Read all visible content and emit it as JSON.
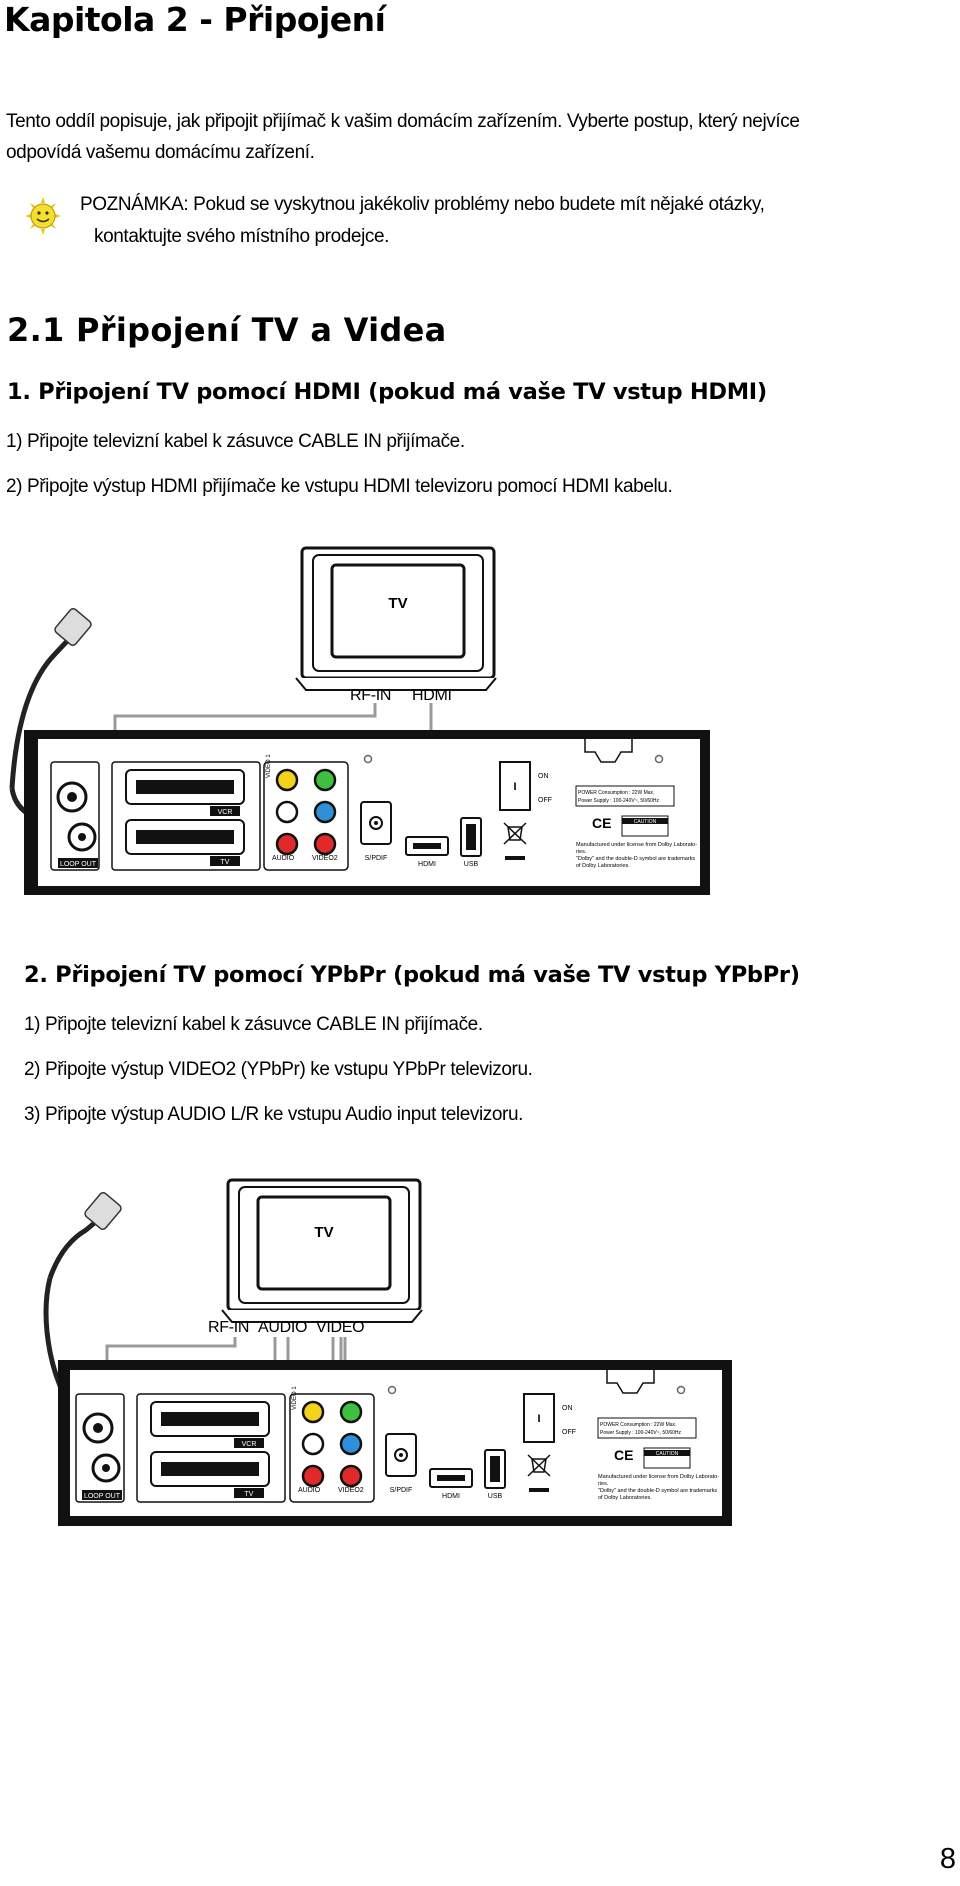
{
  "chapter_title": "Kapitola 2 - Připojení",
  "intro": {
    "line1": "Tento oddíl popisuje, jak připojit přijímač k vašim domácím zařízením. Vyberte postup, který nejvíce",
    "line2": "odpovídá vašemu domácímu zařízení."
  },
  "note": {
    "line1": "POZNÁMKA: Pokud se vyskytnou jakékoliv problémy nebo budete mít nějaké otázky,",
    "line2": "kontaktujte svého místního prodejce.",
    "icon": "smiley-sun-icon"
  },
  "section_title": "2.1 Připojení TV a Videa",
  "hdmi_section": {
    "heading": "1. Připojení TV pomocí HDMI (pokud má vaše TV vstup HDMI)",
    "steps": [
      "1)  Připojte televizní kabel k zásuvce CABLE IN přijímače.",
      "2)  Připojte výstup HDMI přijímače ke vstupu HDMI televizoru pomocí HDMI kabelu."
    ]
  },
  "ypbpr_section": {
    "heading": "2. Připojení TV pomocí YPbPr (pokud má vaše TV vstup YPbPr)",
    "steps": [
      "1)  Připojte televizní kabel k zásuvce CABLE IN přijímače.",
      "2)  Připojte výstup VIDEO2 (YPbPr) ke vstupu YPbPr televizoru.",
      "3)  Připojte výstup AUDIO L/R ke vstupu Audio input televizoru."
    ]
  },
  "diagram1": {
    "tv_label": "TV",
    "rf_in": "RF-IN",
    "hdmi": "HDMI"
  },
  "diagram2": {
    "tv_label": "TV",
    "rf_in": "RF-IN",
    "audio": "AUDIO",
    "video": "VIDEO"
  },
  "panel_labels": {
    "vcr": "VCR",
    "tv": "TV",
    "loop_out": "LOOP OUT",
    "audio": "AUDIO",
    "video2": "VIDEO2",
    "video1": "VIDEO 1",
    "spdif": "S/PDIF",
    "hdmi": "HDMI",
    "usb": "USB",
    "on": "ON",
    "off": "OFF",
    "switch": "I",
    "power1": "POWER Consumption : 22W Max.",
    "power2": "Power Supply : 100-240V~, 50/60Hz",
    "caution": "CAUTION",
    "dolby1": "Manufactured under license from Dolby Laborato-",
    "dolby2": "ries.",
    "dolby3": "\"Dolby\" and the double-D symbol are trademarks",
    "dolby4": "of Dolby Laboratories.",
    "ce": "CE"
  },
  "colors": {
    "rca_yellow": "#f2d21a",
    "rca_green": "#3fbf3f",
    "rca_blue": "#2f8fd8",
    "rca_red": "#e02a2a",
    "panel_black": "#111111",
    "wire_gray": "#9a9a9a"
  },
  "page_number": "8"
}
